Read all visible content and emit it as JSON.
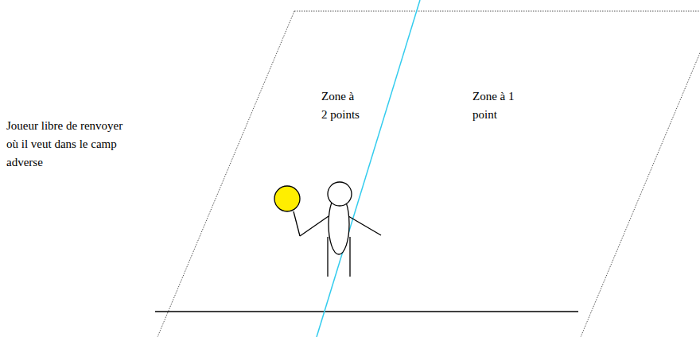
{
  "diagram": {
    "labels": [
      "Joueur libre de renvoyer où il veut dans le camp adverse",
      "Zone à 2 points",
      "Zone à 1 point"
    ]
  }
}
